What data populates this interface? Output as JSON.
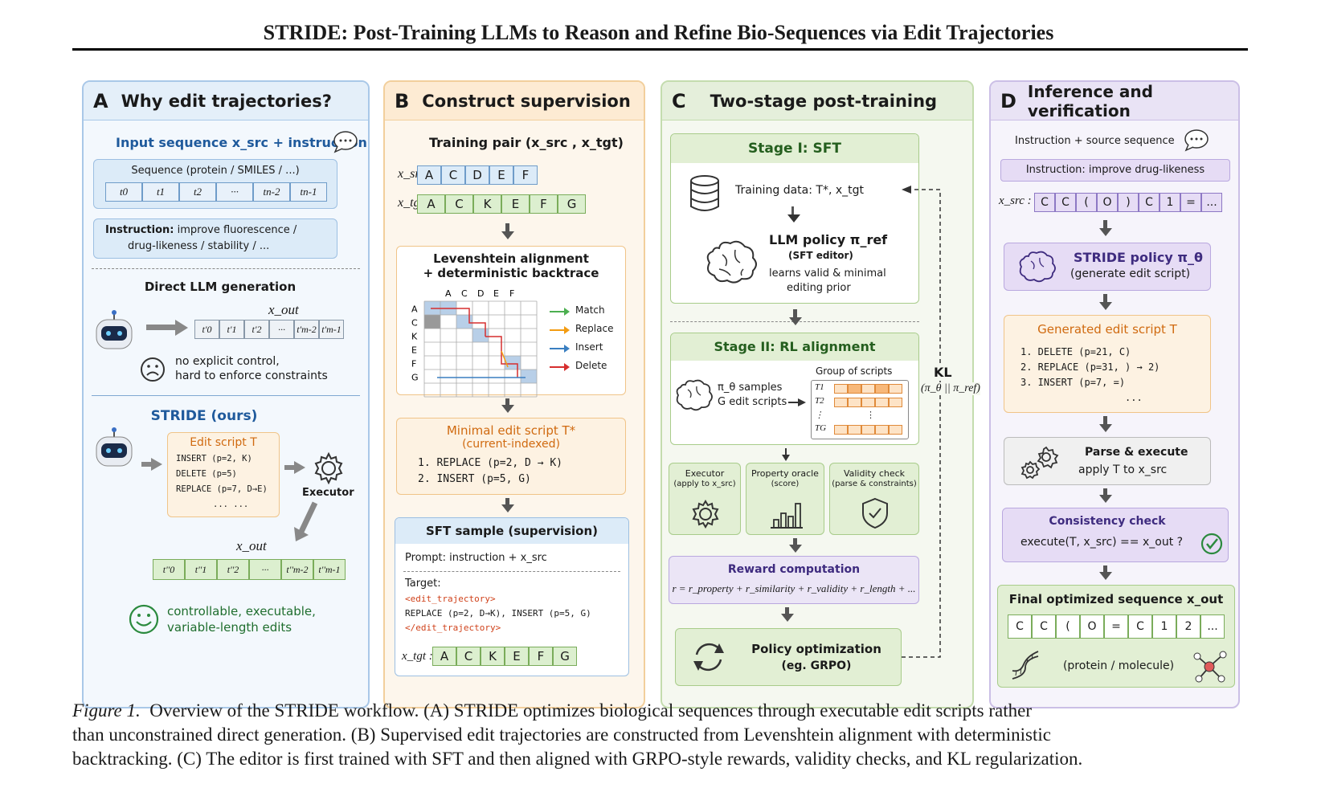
{
  "header": "STRIDE: Post-Training LLMs to Reason and Refine Bio-Sequences via Edit Trajectories",
  "panelA": {
    "letter": "A",
    "title": "Why edit trajectories?",
    "input_label": "Input sequence x_src + instruction",
    "seq_label": "Sequence (protein / SMILES / ...)",
    "tokens": [
      "t0",
      "t1",
      "t2",
      "···",
      "tn-2",
      "tn-1"
    ],
    "instr_bold": "Instruction:",
    "instr_l1": "improve fluorescence /",
    "instr_l2": "drug-likeness / stability / ...",
    "direct_label": "Direct LLM generation",
    "xout": "x_out",
    "out_tokens": [
      "t'0",
      "t'1",
      "t'2",
      "···",
      "t'm-2",
      "t'm-1"
    ],
    "neg_l1": "no explicit control,",
    "neg_l2": "hard to enforce constraints",
    "stride_label": "STRIDE (ours)",
    "edit_title": "Edit script T",
    "edit_lines": [
      "INSERT (p=2, K)",
      "DELETE (p=5)",
      "REPLACE (p=7, D→E)",
      "... ..."
    ],
    "executor": "Executor",
    "xout2": "x_out",
    "out2_tokens": [
      "t''0",
      "t''1",
      "t''2",
      "···",
      "t''m-2",
      "t''m-1"
    ],
    "pos_l1": "controllable, executable,",
    "pos_l2": "variable-length edits"
  },
  "panelB": {
    "letter": "B",
    "title": "Construct supervision",
    "pair_label": "Training pair (x_src , x_tgt)",
    "xsrc": "x_src :",
    "src_tokens": [
      "A",
      "C",
      "D",
      "E",
      "F"
    ],
    "xtgt": "x_tgt :",
    "tgt_tokens": [
      "A",
      "C",
      "K",
      "E",
      "F",
      "G"
    ],
    "lev_l1": "Levenshtein alignment",
    "lev_l2": "+ deterministic backtrace",
    "cols": [
      "A",
      "C",
      "D",
      "E",
      "F"
    ],
    "rows": [
      "A",
      "C",
      "K",
      "E",
      "F",
      "G"
    ],
    "legend": [
      {
        "label": "Match",
        "color": "#4caf50"
      },
      {
        "label": "Replace",
        "color": "#f39c12"
      },
      {
        "label": "Insert",
        "color": "#3a7fc1"
      },
      {
        "label": "Delete",
        "color": "#d62f2f"
      }
    ],
    "min_title": "Minimal edit script T*",
    "min_sub": "(current-indexed)",
    "min_lines": [
      "1. REPLACE (p=2, D → K)",
      "2. INSERT (p=5, G)"
    ],
    "sft_title": "SFT sample (supervision)",
    "prompt": "Prompt: instruction + x_src",
    "target": "Target:",
    "tag_open": "<edit_trajectory>",
    "tag_body": "REPLACE (p=2, D→K), INSERT (p=5, G)",
    "tag_close": "</edit_trajectory>",
    "xtgt2": "x_tgt :",
    "tgt2_tokens": [
      "A",
      "C",
      "K",
      "E",
      "F",
      "G"
    ]
  },
  "panelC": {
    "letter": "C",
    "title": "Two-stage post-training",
    "stage1": "Stage I: SFT",
    "train_data": "Training data: T*, x_tgt",
    "llm_policy": "LLM policy π_ref",
    "sft_editor": "(SFT editor)",
    "learns_l1": "learns valid & minimal",
    "learns_l2": "editing prior",
    "stage2": "Stage II: RL alignment",
    "samples_l1": "π_θ samples",
    "samples_l2": "G edit scripts",
    "group": "Group of scripts",
    "group_rows": [
      "T1",
      "T2",
      "⋮",
      "TG"
    ],
    "kl": "KL",
    "kl_sub": "(π_θ || π_ref)",
    "executor": "Executor",
    "executor_sub": "(apply to x_src)",
    "oracle": "Property oracle",
    "oracle_sub": "(score)",
    "validity": "Validity check",
    "validity_sub": "(parse & constraints)",
    "reward_title": "Reward computation",
    "reward_eq": "r = r_property + r_similarity + r_validity + r_length + ...",
    "policy_l1": "Policy optimization",
    "policy_l2": "(eg. GRPO)"
  },
  "panelD": {
    "letter": "D",
    "title": "Inference and verification",
    "instr_src": "Instruction + source sequence",
    "instr_box": "Instruction: improve drug-likeness",
    "xsrc": "x_src :",
    "src_tokens": [
      "C",
      "C",
      "(",
      "O",
      ")",
      "C",
      "1",
      "=",
      "..."
    ],
    "policy_l1": "STRIDE policy π_θ",
    "policy_l2": "(generate edit script)",
    "gen_title": "Generated edit script T",
    "gen_lines": [
      "1. DELETE (p=21, C)",
      "2. REPLACE (p=31, ) → 2)",
      "3. INSERT (p=7, =)",
      "..."
    ],
    "parse_l1": "Parse & execute",
    "parse_l2": "apply T to x_src",
    "cons_title": "Consistency check",
    "cons_eq": "execute(T, x_src) == x_out ?",
    "final_title": "Final optimized sequence x_out",
    "final_tokens": [
      "C",
      "C",
      "(",
      "O",
      "=",
      "C",
      "1",
      "2",
      "..."
    ],
    "final_sub": "(protein / molecule)"
  },
  "caption": {
    "fig": "Figure 1.",
    "l1": "Overview of the STRIDE workflow. (A) STRIDE optimizes biological sequences through executable edit scripts rather",
    "l2": "than unconstrained direct generation. (B) Supervised edit trajectories are constructed from Levenshtein alignment with deterministic",
    "l3": "backtracking. (C) The editor is first trained with SFT and then aligned with GRPO-style rewards, validity checks, and KL regularization."
  }
}
